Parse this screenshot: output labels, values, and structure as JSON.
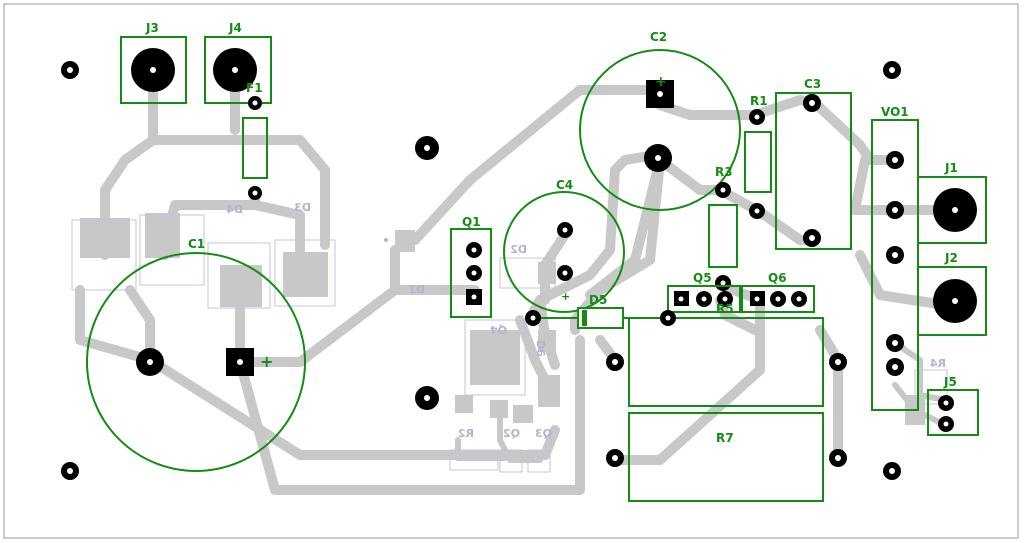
{
  "board": {
    "background": "#ffffff",
    "silkscreen_color": "#148c14",
    "copper_color": "#c8c8c8",
    "bottom_silk_color": "#b4b4d2"
  },
  "labels": {
    "J3": "J3",
    "J4": "J4",
    "F1": "F1",
    "C1": "C1",
    "C1_pol": "+",
    "C2": "C2",
    "C2_pol": "+",
    "C3": "C3",
    "C4": "C4",
    "C4_pol": "+",
    "R1": "R1",
    "R3": "R3",
    "R5": "R5",
    "R7": "R7",
    "Q1": "Q1",
    "Q5": "Q5",
    "Q6": "Q6",
    "D5": "D5",
    "VO1": "VO1",
    "J1": "J1",
    "J2": "J2",
    "J5": "J5"
  },
  "bottom_labels": {
    "D4": "D4",
    "D3": "D3",
    "D2": "D2",
    "D1": "D1",
    "Q4": "Q4",
    "D6": "D6",
    "R2": "R2",
    "Q2": "Q2",
    "Q3": "Q3",
    "R4": "R4"
  }
}
